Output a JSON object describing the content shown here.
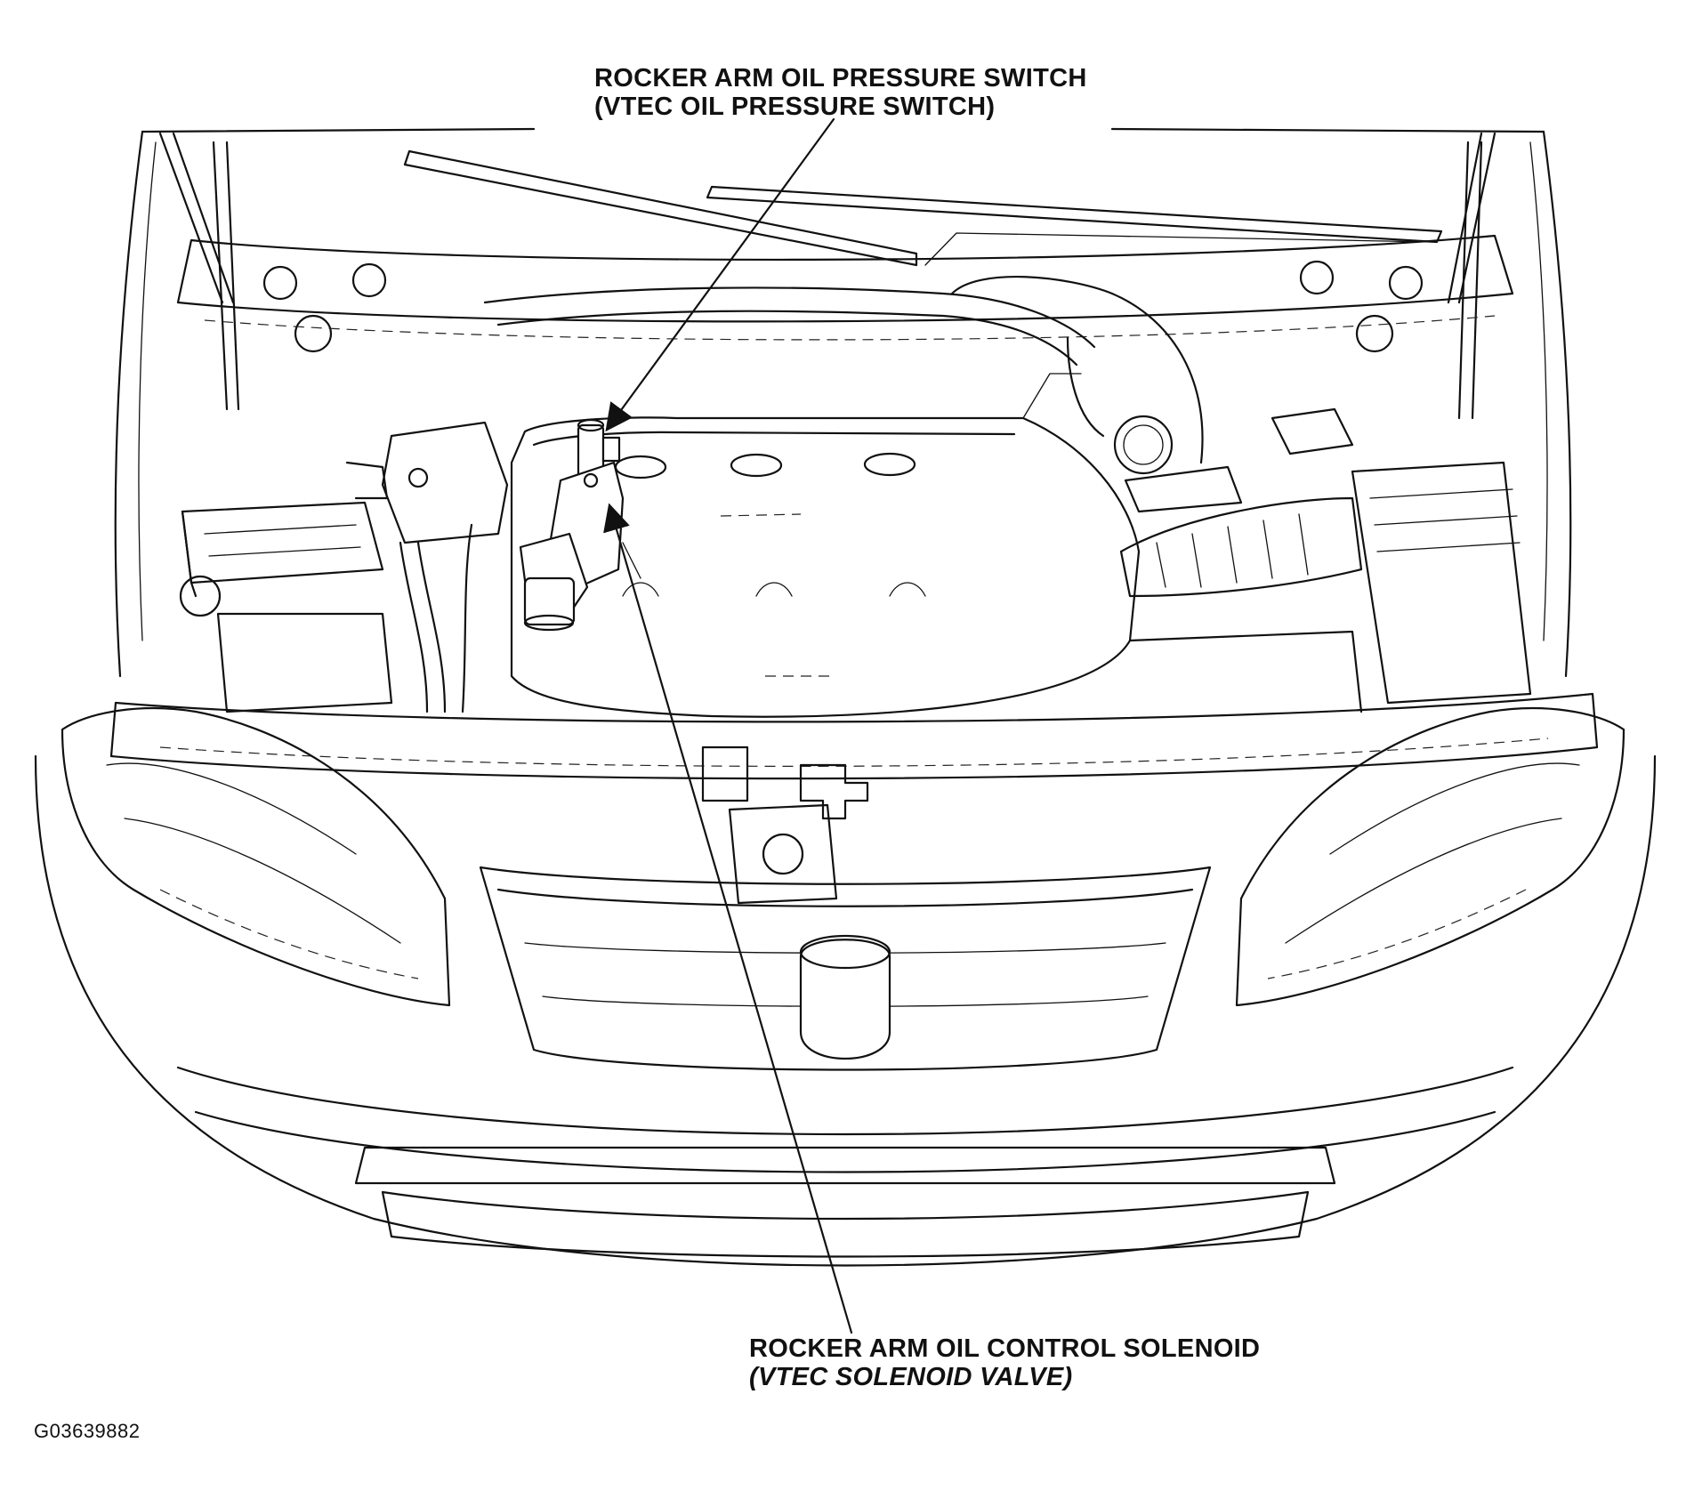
{
  "diagram": {
    "callouts": [
      {
        "id": "oil-pressure-switch",
        "line1": "ROCKER ARM OIL PRESSURE SWITCH",
        "line2": "(VTEC OIL PRESSURE SWITCH)"
      },
      {
        "id": "oil-control-solenoid",
        "line1": "ROCKER ARM OIL CONTROL SOLENOID",
        "line2": "(VTEC SOLENOID VALVE)"
      }
    ],
    "figure_id": "G03639882"
  }
}
